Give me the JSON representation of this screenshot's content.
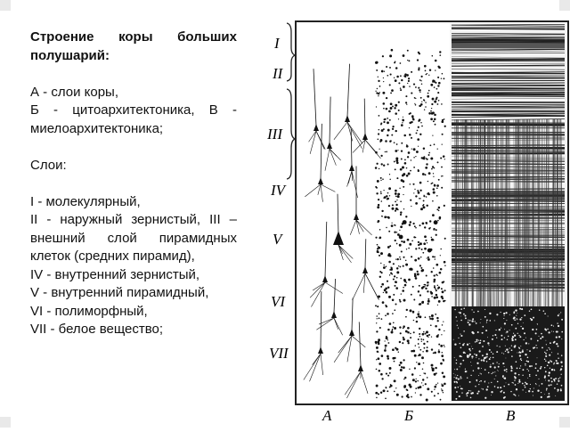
{
  "text": {
    "title": "Строение коры больших полушарий:",
    "legend": [
      "А - слои коры,",
      "Б - цитоархитектоника, В - миелоархитектоника;"
    ],
    "layers_heading": "Слои:",
    "layers": [
      "I - молекулярный,",
      "II - наружный зернистый, III – внешний слой пирамидных клеток (средних пирамид),",
      "IV - внутренний зернистый,",
      "V - внутренний пирамидный,",
      "VI - полиморфный,",
      "VII - белое вещество;"
    ]
  },
  "figure": {
    "layer_labels": [
      "I",
      "II",
      "III",
      "IV",
      "V",
      "VI",
      "VII"
    ],
    "panel_labels": [
      "А",
      "Б",
      "В"
    ]
  }
}
